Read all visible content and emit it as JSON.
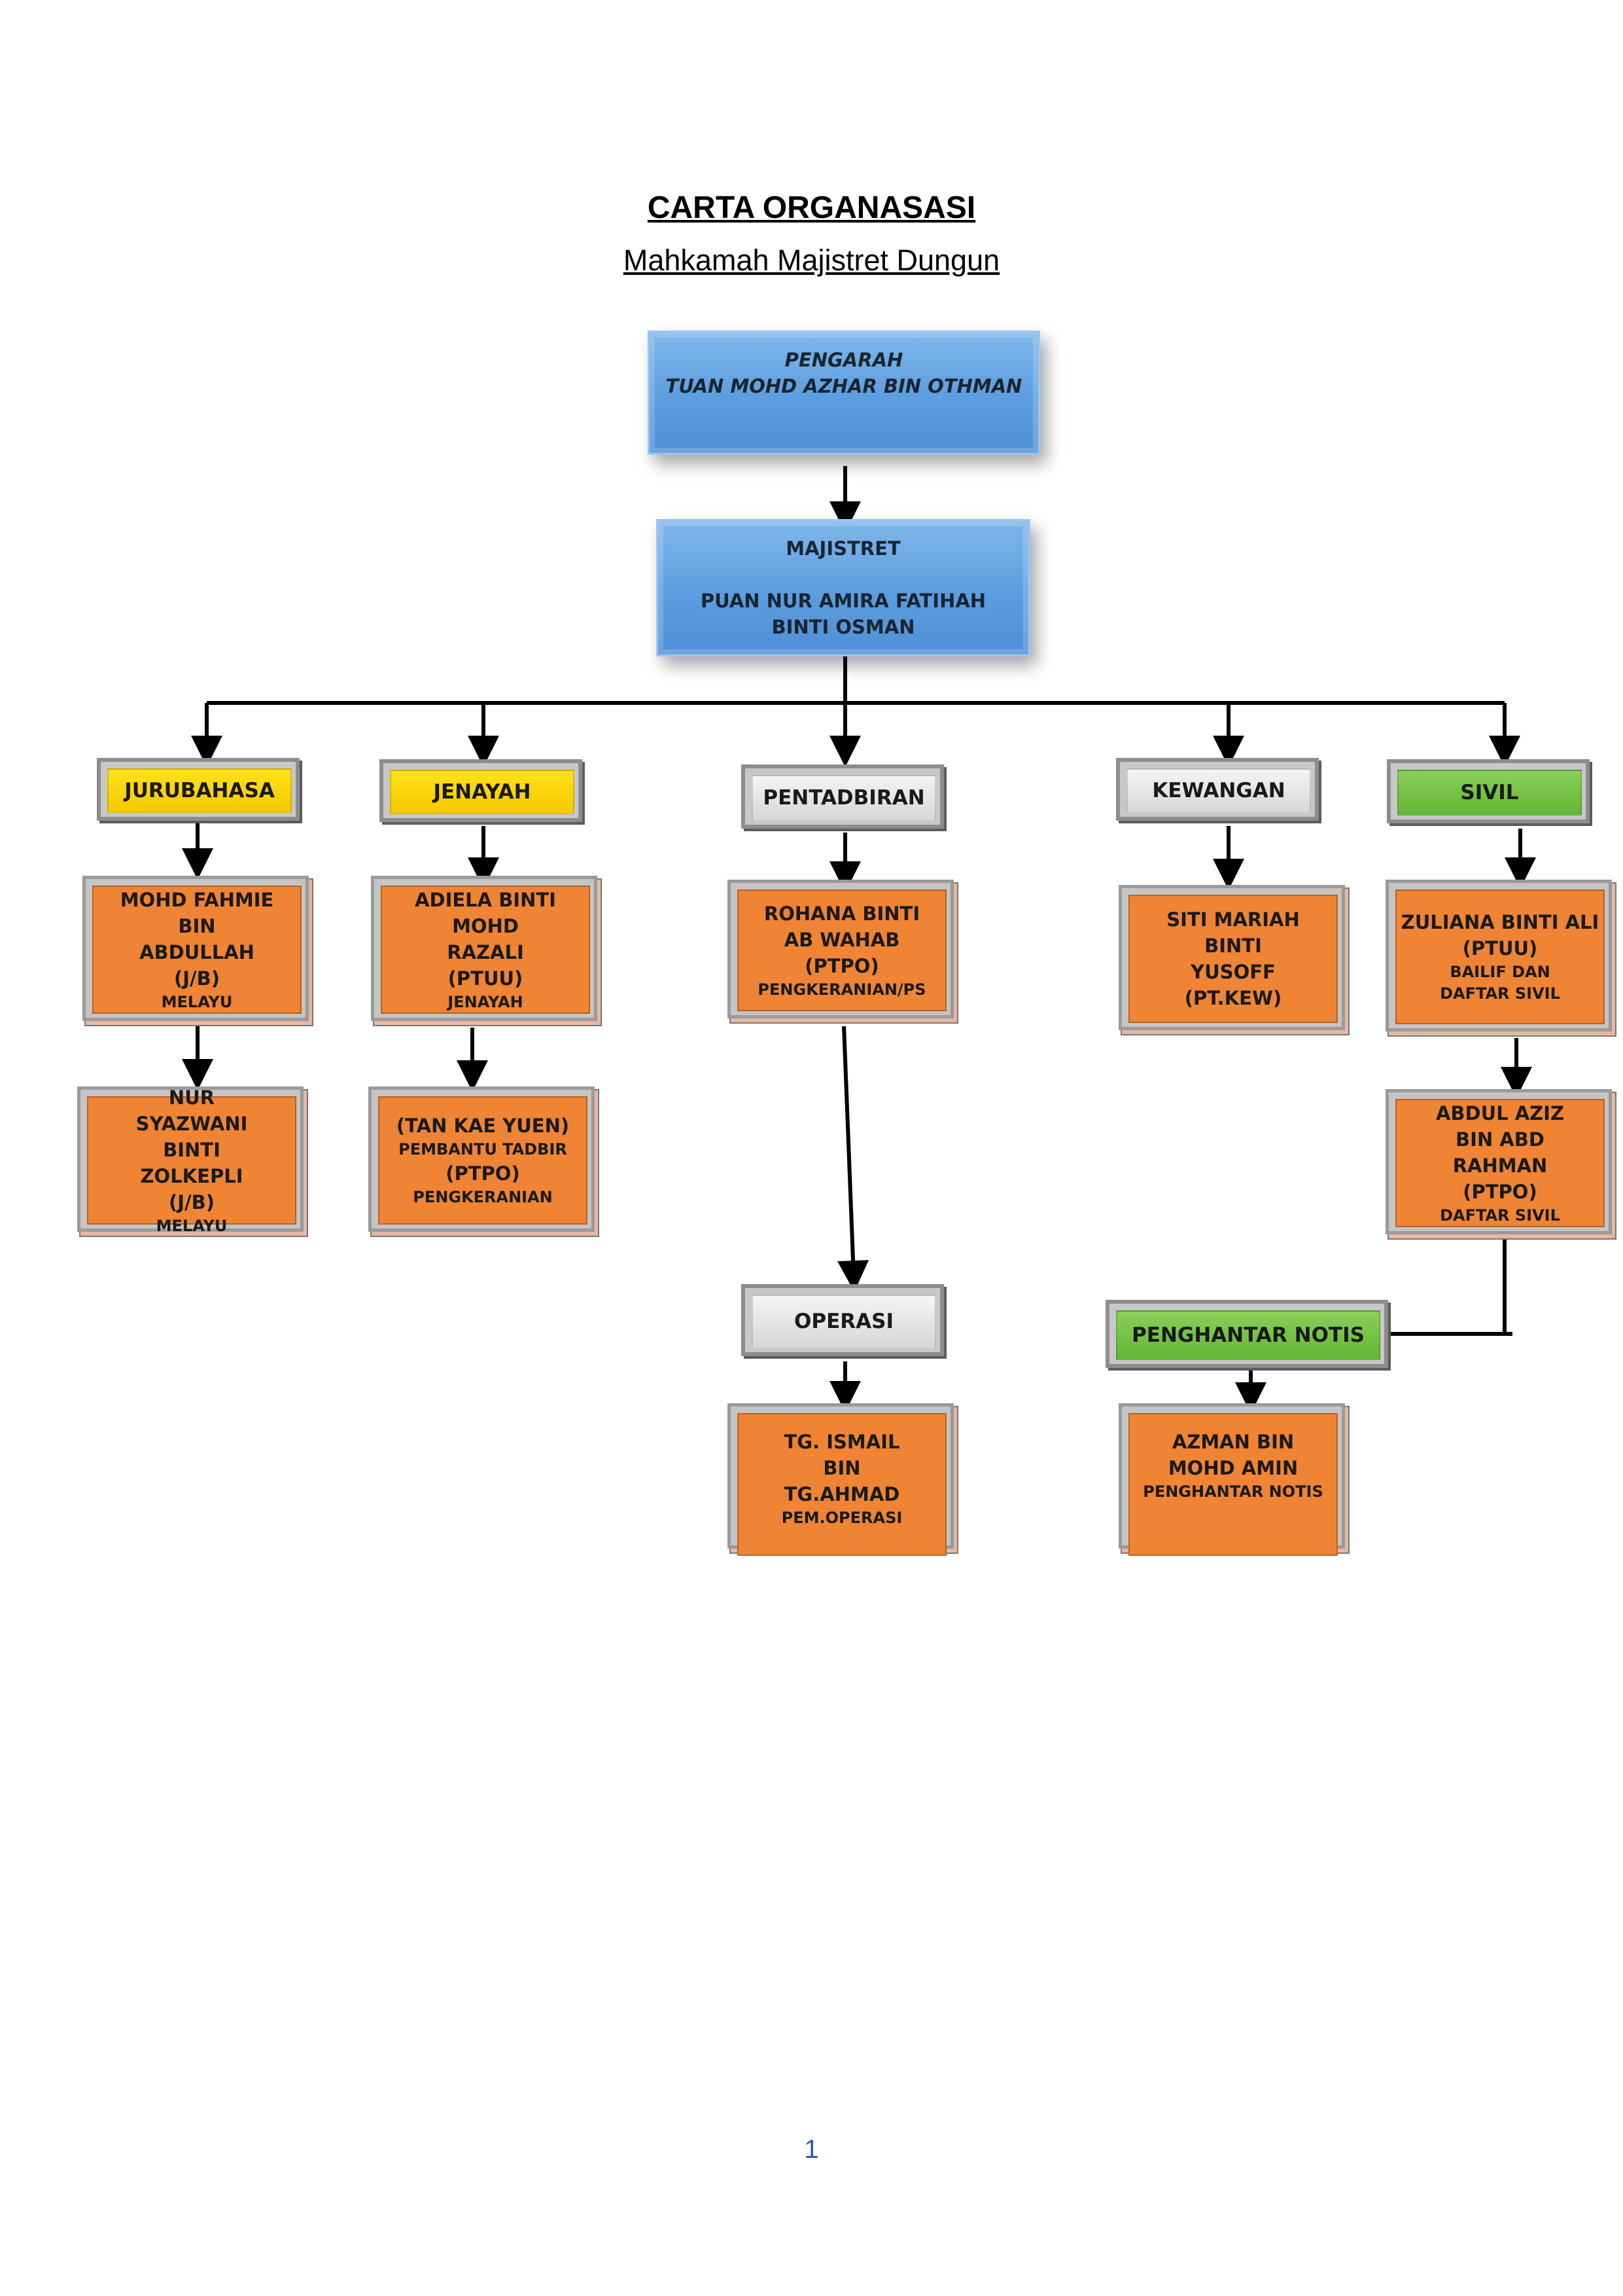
{
  "header": {
    "title": "CARTA ORGANASASI",
    "subtitle": "Mahkamah Majistret Dungun"
  },
  "director": {
    "role": "PENGARAH",
    "name": "TUAN MOHD AZHAR BIN OTHMAN"
  },
  "magistrate": {
    "role": "MAJISTRET",
    "name": "PUAN NUR AMIRA FATIHAH BINTI OSMAN"
  },
  "units": {
    "jurubahasa": "JURUBAHASA",
    "jenayah": "JENAYAH",
    "pentadbiran": "PENTADBIRAN",
    "kewangan": "KEWANGAN",
    "sivil": "SIVIL",
    "operasi": "OPERASI",
    "penghantar_notis": "PENGHANTAR NOTIS"
  },
  "staff": {
    "fahmie": {
      "name": "MOHD FAHMIE BIN ABDULLAH",
      "grade": "(J/B)",
      "post": "MELAYU"
    },
    "syazwani": {
      "name": "NUR SYAZWANI BINTI ZOLKEPLI",
      "grade": "(J/B)",
      "post": "MELAYU"
    },
    "adiela": {
      "name": "ADIELA BINTI MOHD RAZALI",
      "grade": "(PTUU)",
      "post": "JENAYAH"
    },
    "tan": {
      "name": "(TAN KAE YUEN)",
      "post1": "PEMBANTU TADBIR",
      "grade": "(PTPO)",
      "post2": "PENGKERANIAN"
    },
    "rohana": {
      "name": "ROHANA BINTI AB WAHAB",
      "grade": "(PTPO)",
      "post": "PENGKERANIAN/PS"
    },
    "siti": {
      "name": "SITI MARIAH BINTI YUSOFF",
      "grade": "(PT.KEW)"
    },
    "zuliana": {
      "name": "ZULIANA BINTI ALI",
      "grade": "(PTUU)",
      "post": "BAILIF DAN DAFTAR SIVIL"
    },
    "aziz": {
      "name": "ABDUL AZIZ BIN ABD RAHMAN",
      "grade": "(PTPO)",
      "post": "DAFTAR SIVIL"
    },
    "ismail": {
      "name": "TG. ISMAIL BIN TG.AHMAD",
      "post": "PEM.OPERASI"
    },
    "azman": {
      "name": "AZMAN BIN MOHD AMIN",
      "post": "PENGHANTAR NOTIS"
    }
  },
  "page_number": "1"
}
